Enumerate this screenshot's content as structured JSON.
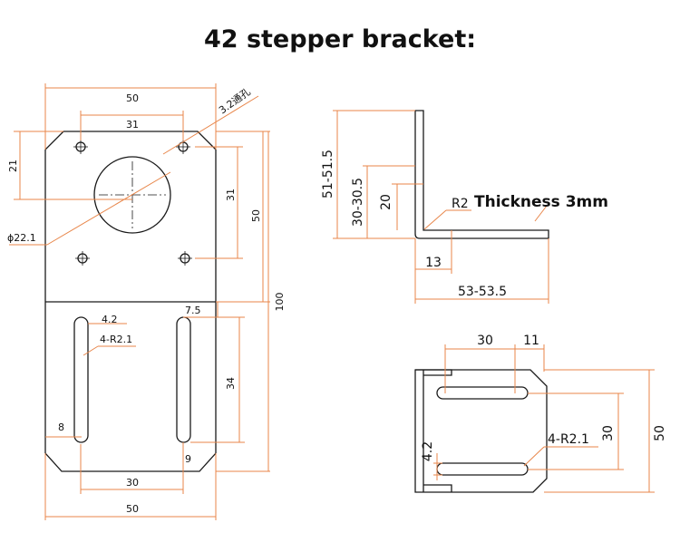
{
  "title": "42 stepper bracket:",
  "colors": {
    "dimension": "#e8864a",
    "outline": "#1a1a1a"
  },
  "front_view": {
    "dims": {
      "width_top": "50",
      "hole_spacing_top": "31",
      "through_hole": "3.2通孔",
      "hole_offset": "21",
      "hole_spacing_vertical": "31",
      "plate_height_upper": "50",
      "total_height": "100",
      "bore": "ϕ22.1",
      "slot_width": "4.2",
      "slot_radius": "4-R2.1",
      "slot_top_offset": "7.5",
      "slot_length": "34",
      "slot_edge_offset": "8",
      "slot_bottom_offset": "9",
      "slot_spacing": "30",
      "width_bottom": "50"
    }
  },
  "side_view": {
    "dims": {
      "height": "51-51.5",
      "inner_height": "30-30.5",
      "bend_height": "20",
      "bend_radius": "R2",
      "thickness": "Thickness 3mm",
      "bend_offset": "13",
      "length": "53-53.5"
    }
  },
  "top_view": {
    "dims": {
      "slot_distance": "30",
      "slot_end": "11",
      "slot_radius": "4-R2.1",
      "slot_spacing": "30",
      "width": "50",
      "slot_width": "4.2"
    }
  }
}
